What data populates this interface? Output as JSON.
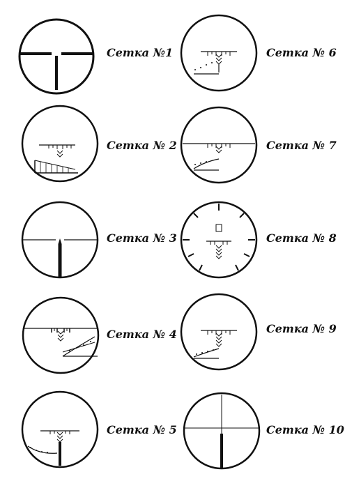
{
  "reticles": [
    {
      "id": 1,
      "label": "Сетка №1",
      "style": "german-thick"
    },
    {
      "id": 6,
      "label": "Сетка № 6",
      "style": "rangefinder-chevron"
    },
    {
      "id": 2,
      "label": "Сетка № 2",
      "style": "rangefinder-stadia"
    },
    {
      "id": 7,
      "label": "Сетка № 7",
      "style": "rangefinder-wide-line"
    },
    {
      "id": 3,
      "label": "Сетка № 3",
      "style": "german-thin"
    },
    {
      "id": 8,
      "label": "Сетка № 8",
      "style": "rangefinder-ring-ticks"
    },
    {
      "id": 4,
      "label": "Сетка № 4",
      "style": "rangefinder-full-width"
    },
    {
      "id": 9,
      "label": "Сетка № 9",
      "style": "rangefinder-chevron"
    },
    {
      "id": 5,
      "label": "Сетка № 5",
      "style": "rangefinder-post"
    },
    {
      "id": 10,
      "label": "Сетка № 10",
      "style": "crosshair-post"
    }
  ],
  "colors": {
    "ink": "#111111",
    "background": "#ffffff"
  }
}
